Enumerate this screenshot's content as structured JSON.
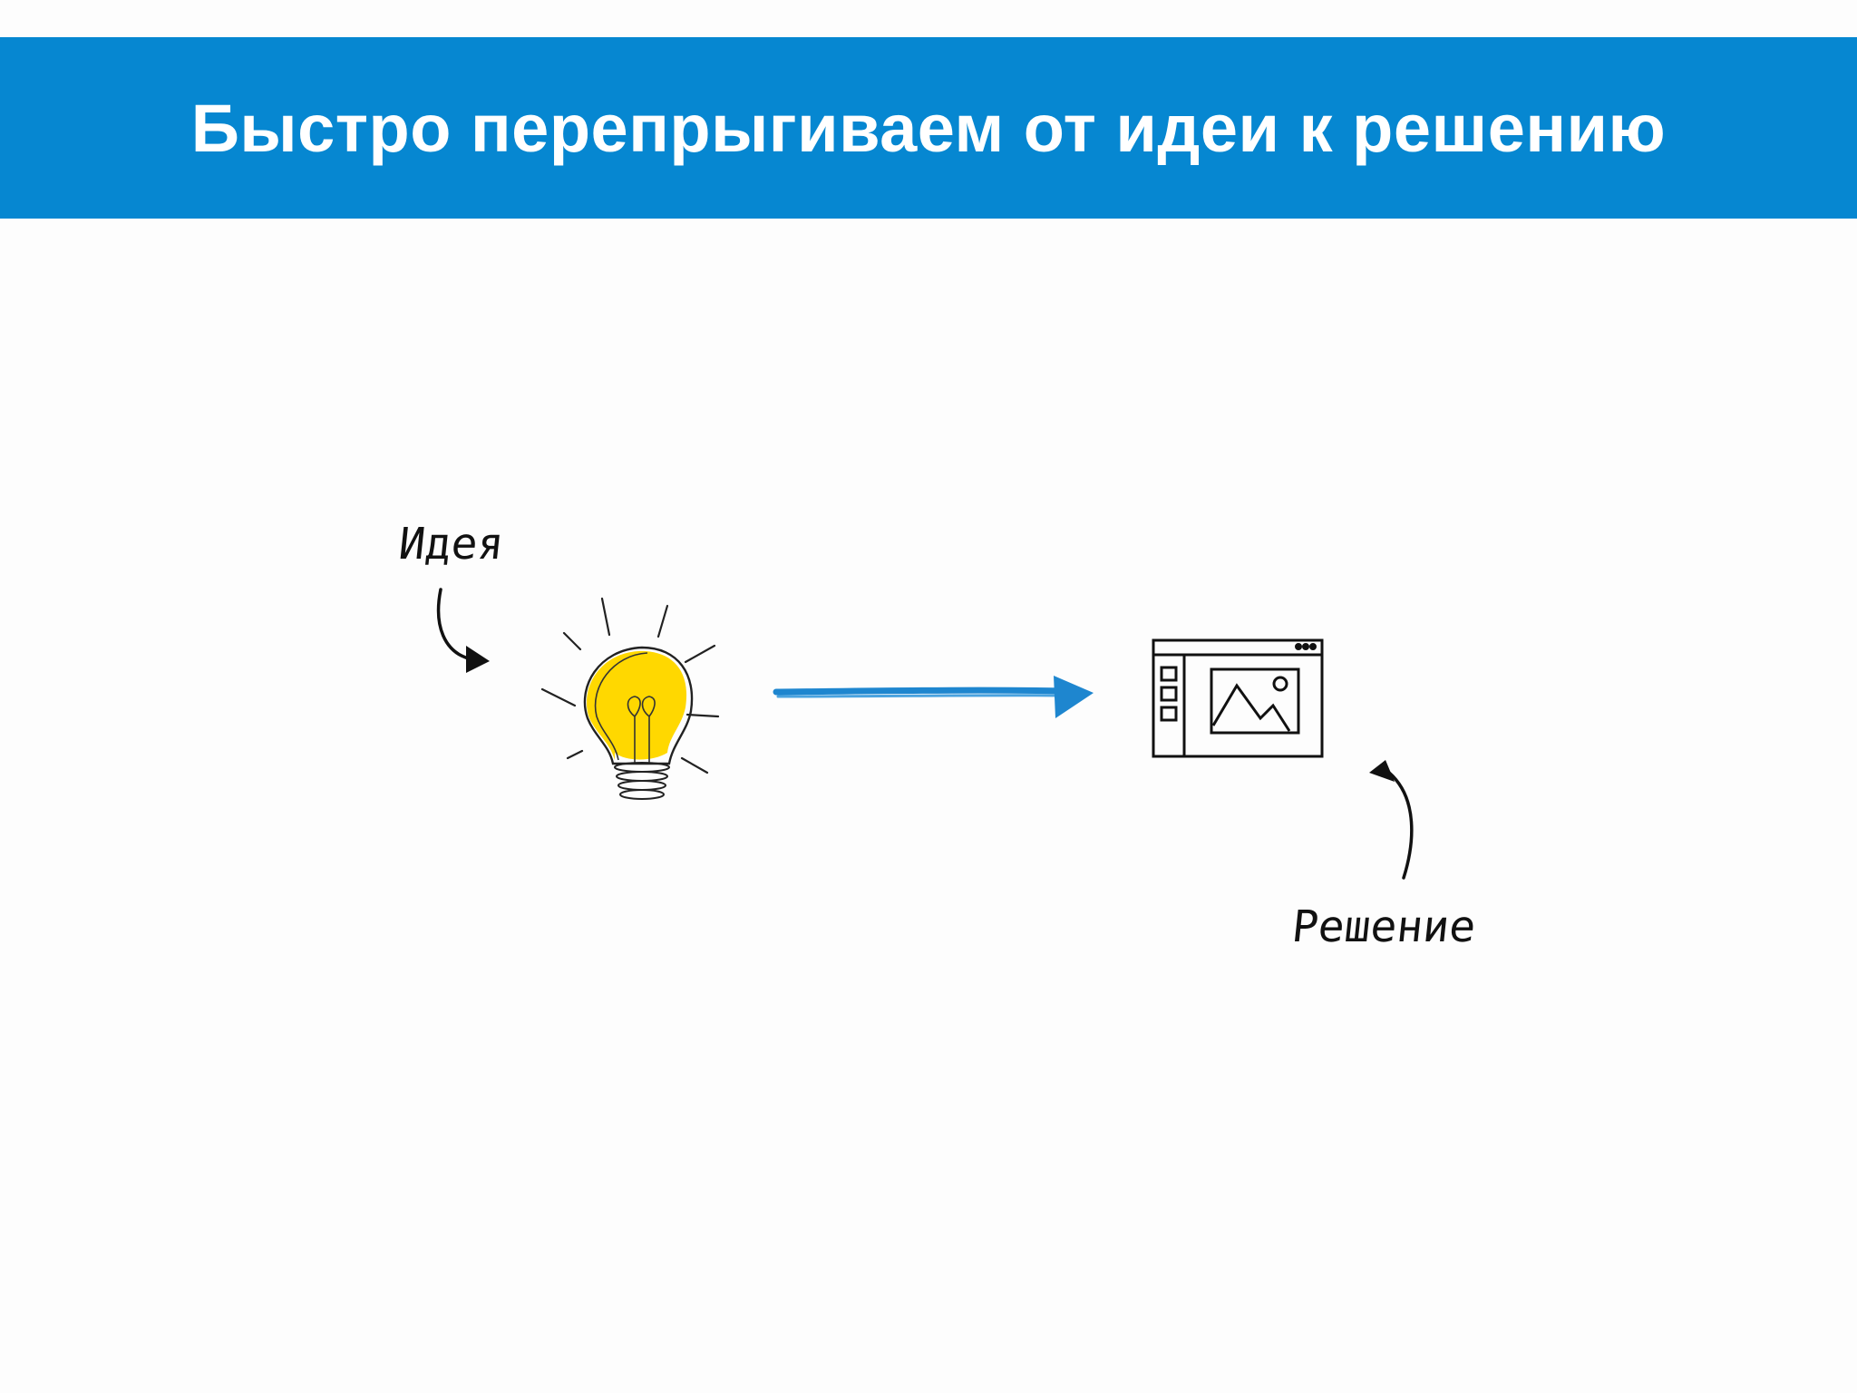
{
  "slide": {
    "title": "Быстро перепрыгиваем от идеи к решению"
  },
  "diagram": {
    "idea_label": "Идея",
    "solution_label": "Решение",
    "idea_icon": "lightbulb-icon",
    "solution_icon": "browser-window-icon",
    "colors": {
      "header": "#0687d1",
      "arrow": "#1e86cf",
      "bulb": "#ffd800",
      "ink": "#111111"
    }
  }
}
